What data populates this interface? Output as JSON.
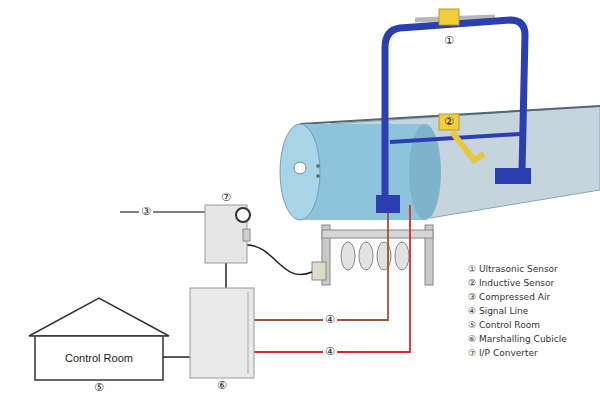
{
  "diagram": {
    "nodes": [
      {
        "text": [
          "Control Room",
          "⑤"
        ]
      },
      {
        "text": [
          "⑥"
        ]
      },
      {
        "text": [
          "⑦"
        ]
      }
    ],
    "edges": [
      {
        "from": 0,
        "to": 1,
        "arrow": "none"
      },
      {
        "from": 1,
        "to": 2,
        "arrow": "none"
      }
    ],
    "labels": [
      "①",
      "②",
      "③",
      "④",
      "④"
    ],
    "legend": [
      {
        "text": "① Ultrasonic Sensor"
      },
      {
        "text": "② Inductive Sensor"
      },
      {
        "text": "③ Compressed Air"
      },
      {
        "text": "④ Signal Line"
      },
      {
        "text": "⑤ Control Room"
      },
      {
        "text": "⑥ Marshalling Cubicle"
      },
      {
        "text": "⑦ I/P Converter"
      }
    ]
  }
}
